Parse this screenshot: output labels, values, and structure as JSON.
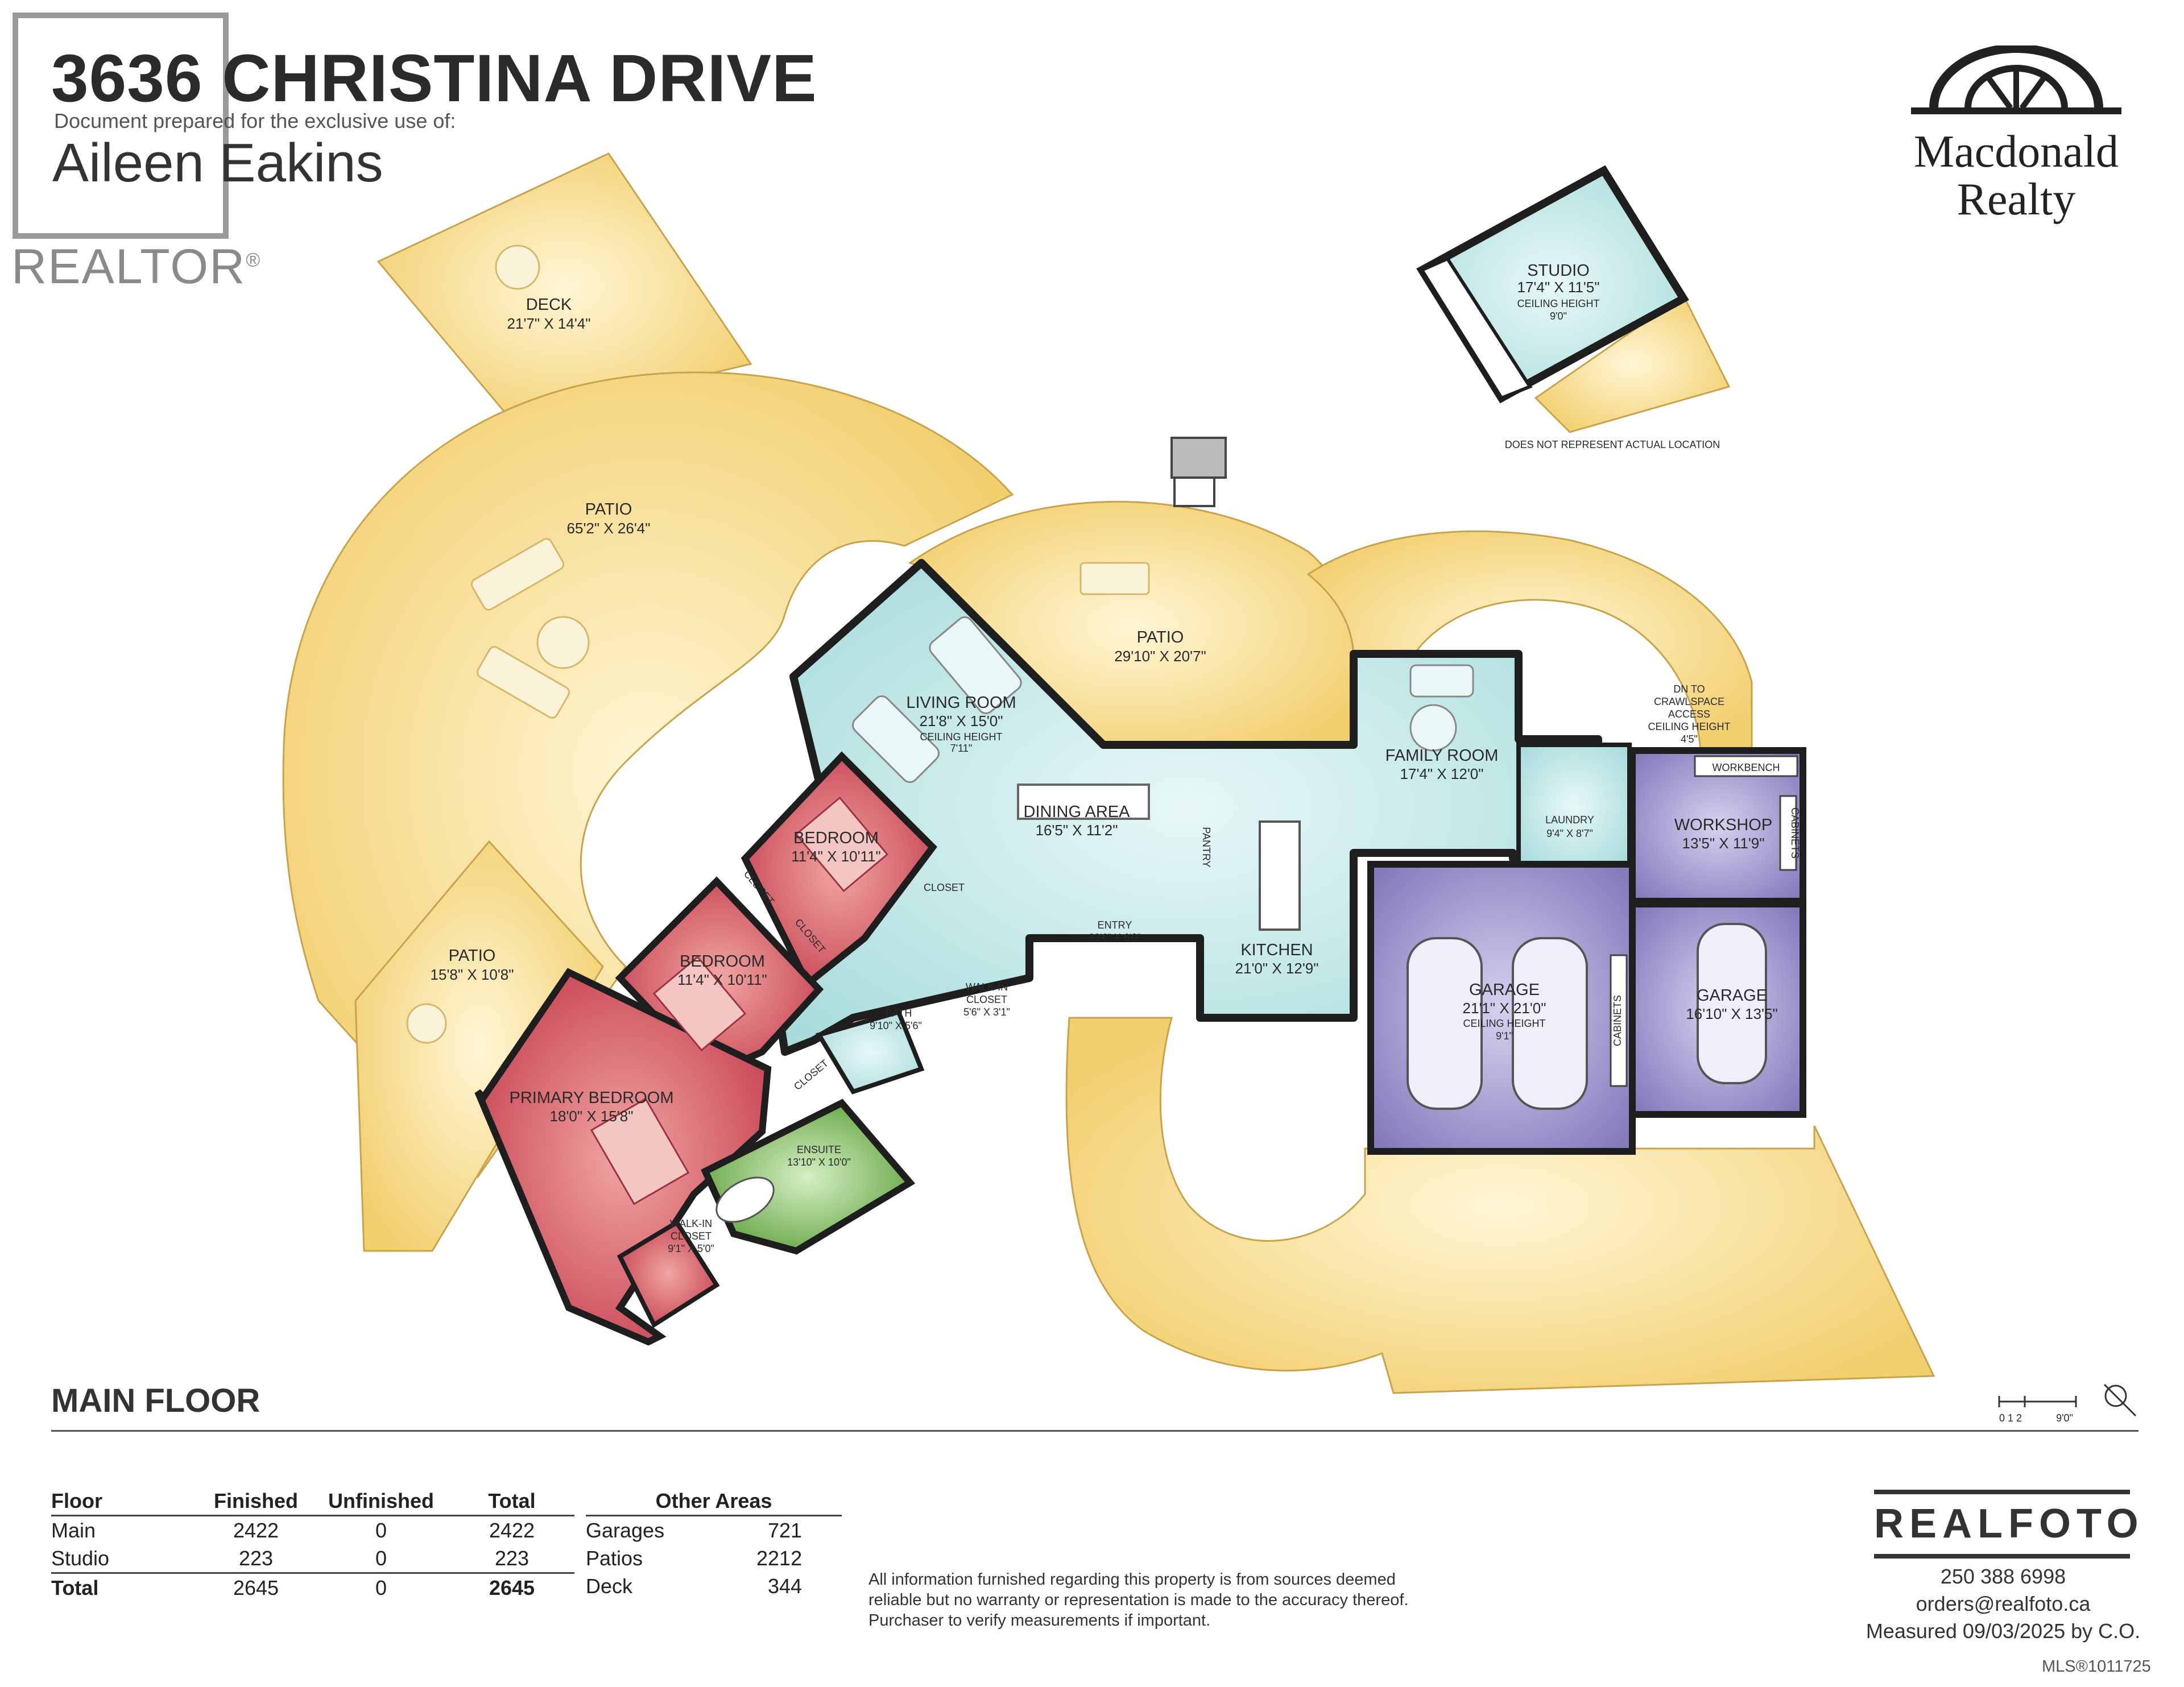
{
  "header": {
    "title": "3636 CHRISTINA DRIVE",
    "prepared_for_label": "Document prepared for the exclusive use of:",
    "client_name": "Aileen Eakins"
  },
  "watermark": {
    "brand": "REALTOR",
    "mark": "®"
  },
  "agency_logo": {
    "icon": "macdonald-arch-logo-icon",
    "line1": "Macdonald",
    "line2": "Realty"
  },
  "rooms": {
    "deck": {
      "name": "DECK",
      "dims": "21'7\" X 14'4\""
    },
    "patio_large": {
      "name": "PATIO",
      "dims": "65'2\" X 26'4\""
    },
    "patio_middle": {
      "name": "PATIO",
      "dims": "29'10\" X 20'7\""
    },
    "patio_small": {
      "name": "PATIO",
      "dims": "15'8\" X 10'8\""
    },
    "studio": {
      "name": "STUDIO",
      "dims": "17'4\" X 11'5\"",
      "ceiling_label": "CEILING HEIGHT",
      "ceiling": "9'0\""
    },
    "studio_note": "DOES NOT REPRESENT ACTUAL LOCATION",
    "living": {
      "name": "LIVING ROOM",
      "dims": "21'8\" X 15'0\"",
      "ceiling_label": "CEILING HEIGHT",
      "ceiling": "7'11\""
    },
    "dining": {
      "name": "DINING AREA",
      "dims": "16'5\" X 11'2\""
    },
    "family": {
      "name": "FAMILY ROOM",
      "dims": "17'4\" X 12'0\""
    },
    "crawl": {
      "line1": "DN TO",
      "line2": "CRAWLSPACE",
      "line3": "ACCESS",
      "line4": "CEILING HEIGHT",
      "line5": "4'5\""
    },
    "laundry": {
      "name": "LAUNDRY",
      "dims": "9'4\" X 8'7\""
    },
    "workshop": {
      "name": "WORKSHOP",
      "dims": "13'5\" X 11'9\""
    },
    "workbench": "WORKBENCH",
    "cabinets": "CABINETS",
    "bedroom1": {
      "name": "BEDROOM",
      "dims": "11'4\" X 10'11\""
    },
    "bedroom2": {
      "name": "BEDROOM",
      "dims": "11'4\" X 10'11\""
    },
    "primary": {
      "name": "PRIMARY BEDROOM",
      "dims": "18'0\" X 15'8\""
    },
    "closet": "CLOSET",
    "entry": {
      "name": "ENTRY",
      "dims": "23'6\" X 6'0\""
    },
    "pantry": "PANTRY",
    "kitchen": {
      "name": "KITCHEN",
      "dims": "21'0\" X 12'9\""
    },
    "walkin_closet": {
      "name1": "WALK-IN",
      "name2": "CLOSET",
      "dims": "5'6\" X 3'1\""
    },
    "bath": {
      "name": "BATH",
      "dims": "9'10\" X 5'6\""
    },
    "ensuite": {
      "name": "ENSUITE",
      "dims": "13'10\" X 10'0\""
    },
    "walkin_primary": {
      "name1": "WALK-IN",
      "name2": "CLOSET",
      "dims": "9'1\" X 5'0\""
    },
    "garage_main": {
      "name": "GARAGE",
      "dims": "21'1\" X 21'0\"",
      "ceiling_label": "CEILING HEIGHT",
      "ceiling": "9'1\""
    },
    "garage_side": {
      "name": "GARAGE",
      "dims": "16'10\" X 13'5\""
    }
  },
  "floor_label": "MAIN FLOOR",
  "scale": {
    "labels": "0 1 2",
    "end": "9'0\""
  },
  "areas_table": {
    "headers": [
      "Floor",
      "Finished",
      "Unfinished",
      "Total"
    ],
    "rows": [
      [
        "Main",
        "2422",
        "0",
        "2422"
      ],
      [
        "Studio",
        "223",
        "0",
        "223"
      ],
      [
        "Total",
        "2645",
        "0",
        "2645"
      ]
    ]
  },
  "other_areas": {
    "header": "Other Areas",
    "rows": [
      [
        "Garages",
        "721"
      ],
      [
        "Patios",
        "2212"
      ],
      [
        "Deck",
        "344"
      ]
    ]
  },
  "disclaimer": "All information furnished regarding this property is from sources deemed reliable but no warranty or representation is made to the accuracy thereof. Purchaser to verify measurements if important.",
  "realfoto": {
    "logo": "REALFOTO",
    "phone": "250 388 6998",
    "email": "orders@realfoto.ca",
    "measured": "Measured 09/03/2025 by C.O."
  },
  "mls": "MLS®1011725",
  "colors": {
    "outdoor": "#f6d98a",
    "living": "#bfe5e5",
    "bedroom": "#c9424f",
    "garage": "#8e85c4",
    "ensuite": "#6dac4a",
    "wall": "#1e1e1e"
  }
}
